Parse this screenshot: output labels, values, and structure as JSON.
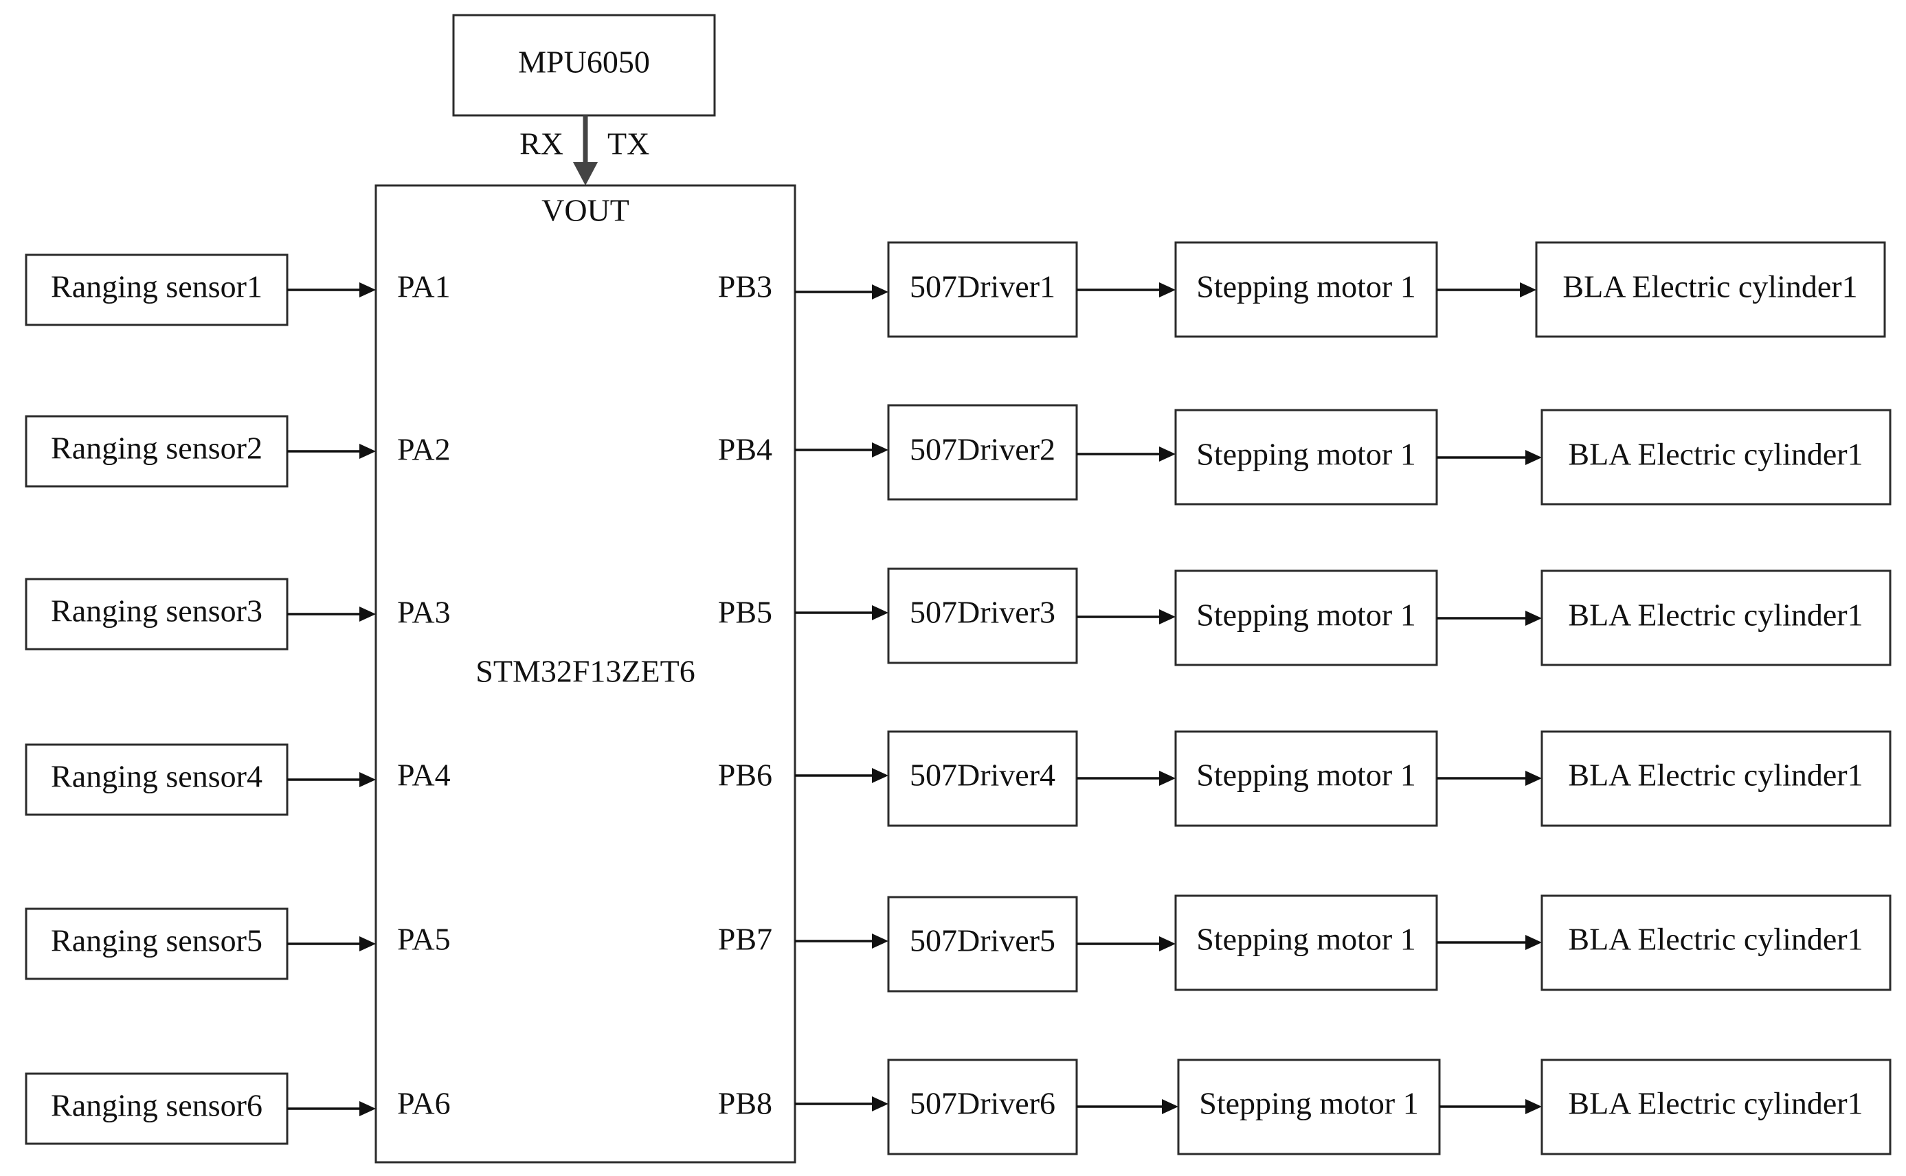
{
  "mpu": {
    "label": "MPU6050",
    "rx": "RX",
    "tx": "TX"
  },
  "mcu": {
    "label": "STM32F13ZET6",
    "vout": "VOUT"
  },
  "rows": [
    {
      "sensor": "Ranging sensor1",
      "pa": "PA1",
      "pb": "PB3",
      "driver": "507Driver1",
      "motor": "Stepping motor 1",
      "cylinder": "BLA Electric cylinder1"
    },
    {
      "sensor": "Ranging sensor2",
      "pa": "PA2",
      "pb": "PB4",
      "driver": "507Driver2",
      "motor": "Stepping motor 1",
      "cylinder": "BLA Electric cylinder1"
    },
    {
      "sensor": "Ranging sensor3",
      "pa": "PA3",
      "pb": "PB5",
      "driver": "507Driver3",
      "motor": "Stepping motor 1",
      "cylinder": "BLA Electric cylinder1"
    },
    {
      "sensor": "Ranging sensor4",
      "pa": "PA4",
      "pb": "PB6",
      "driver": "507Driver4",
      "motor": "Stepping motor 1",
      "cylinder": "BLA Electric cylinder1"
    },
    {
      "sensor": "Ranging sensor5",
      "pa": "PA5",
      "pb": "PB7",
      "driver": "507Driver5",
      "motor": "Stepping motor 1",
      "cylinder": "BLA Electric cylinder1"
    },
    {
      "sensor": "Ranging sensor6",
      "pa": "PA6",
      "pb": "PB8",
      "driver": "507Driver6",
      "motor": "Stepping motor 1",
      "cylinder": "BLA Electric cylinder1"
    }
  ]
}
